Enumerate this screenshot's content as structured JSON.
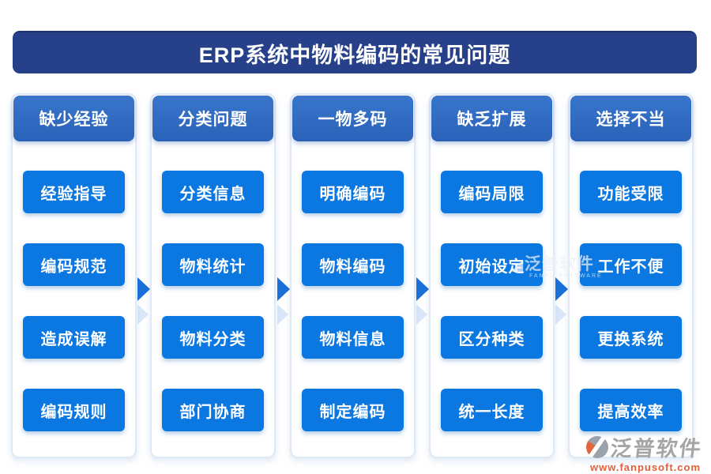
{
  "title": "ERP系统中物料编码的常见问题",
  "columns": [
    {
      "header": "缺少经验",
      "items": [
        "经验指导",
        "编码规范",
        "造成误解",
        "编码规则"
      ]
    },
    {
      "header": "分类问题",
      "items": [
        "分类信息",
        "物料统计",
        "物料分类",
        "部门协商"
      ]
    },
    {
      "header": "一物多码",
      "items": [
        "明确编码",
        "物料编码",
        "物料信息",
        "制定编码"
      ]
    },
    {
      "header": "缺乏扩展",
      "items": [
        "编码局限",
        "初始设定",
        "区分种类",
        "统一长度"
      ]
    },
    {
      "header": "选择不当",
      "items": [
        "功能受限",
        "工作不便",
        "更换系统",
        "提高效率"
      ]
    }
  ],
  "watermark_center": {
    "brand": "泛普软件",
    "brand_en": "FANPU SOFTWARE"
  },
  "footer_logo": {
    "brand": "泛普软件",
    "url": "www.fanpusoft.com"
  },
  "colors": {
    "title_bg": "#26418a",
    "header_bg": "#2e6cc4",
    "item_bg": "#0b77e0",
    "card_border": "#dfe9f6",
    "arrow": "#1a6fd9",
    "logo_gray": "#a5a5a5",
    "logo_orange": "#e2603c"
  }
}
